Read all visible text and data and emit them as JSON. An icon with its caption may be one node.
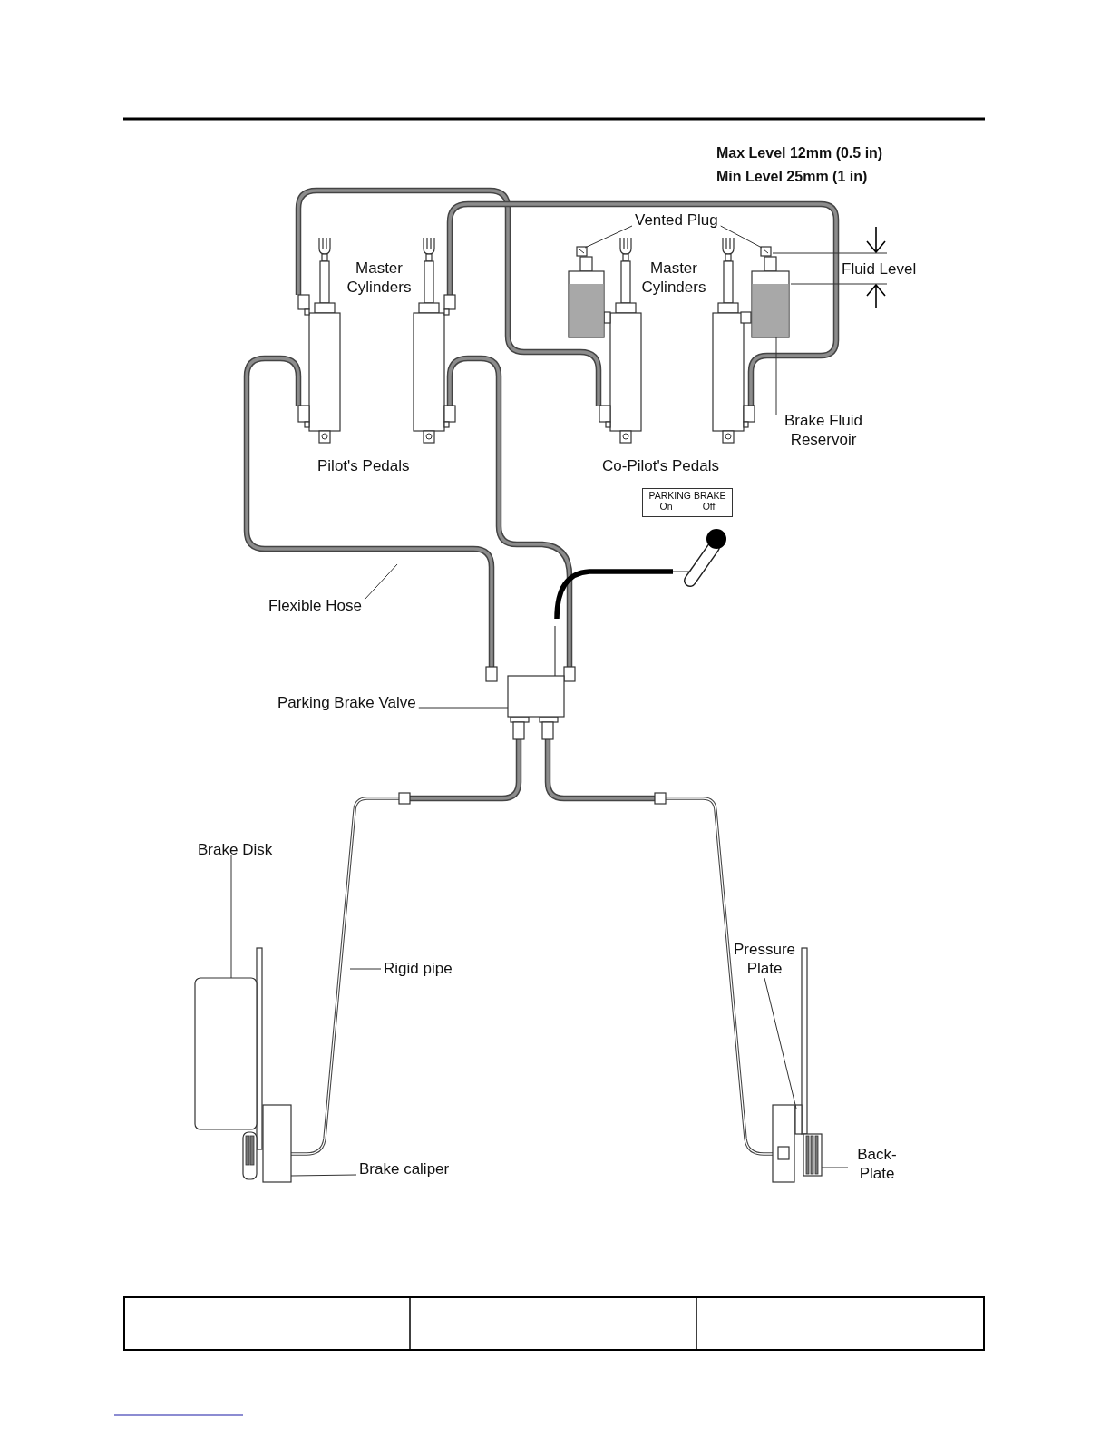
{
  "diagram": {
    "nodes": [
      {
        "text": [
          "Vented Plug"
        ]
      },
      {
        "text": [],
        "shape": "box"
      },
      {
        "text": [],
        "shape": "box"
      },
      {
        "text": [
          "Brake Fluid Reservoir"
        ]
      },
      {
        "text": [],
        "shape": "box"
      },
      {
        "text": [
          "Flexible Hose"
        ]
      },
      {
        "text": [
          "Parking Brake Valve"
        ]
      },
      {
        "text": [],
        "shape": "box"
      },
      {
        "text": [
          "Brake Disk"
        ]
      },
      {
        "text": [],
        "shape": "box"
      },
      {
        "text": [
          "Rigid pipe"
        ]
      },
      {
        "text": [
          "Brake caliper"
        ]
      },
      {
        "text": [],
        "shape": "box"
      },
      {
        "text": [
          "Pressure Plate"
        ]
      },
      {
        "text": [],
        "shape": "bar"
      },
      {
        "text": [
          "Back-Plate"
        ]
      },
      {
        "text": [],
        "shape": "bar"
      },
      {
        "text": [
          "PARKING BRAKE",
          "On",
          "Off"
        ]
      },
      {
        "text": [],
        "shape": "box"
      }
    ],
    "edges": [
      {
        "from": 0,
        "to": 1,
        "arrow": "none"
      },
      {
        "from": 0,
        "to": 2,
        "arrow": "none"
      },
      {
        "from": 3,
        "to": 4,
        "arrow": "none"
      },
      {
        "from": 5,
        "to": null,
        "arrow": "none"
      },
      {
        "from": 6,
        "to": 7,
        "arrow": "none"
      },
      {
        "from": 8,
        "to": 9,
        "arrow": "none"
      },
      {
        "from": 10,
        "to": null,
        "arrow": "none"
      },
      {
        "from": 11,
        "to": 12,
        "arrow": "none"
      },
      {
        "from": 13,
        "to": 14,
        "arrow": "none"
      },
      {
        "from": 15,
        "to": 16,
        "arrow": "none"
      }
    ],
    "labels": [
      "Max Level 12mm (0.5 in)",
      "Min Level 25mm (1 in)",
      "Master Cylinders",
      "Master Cylinders",
      "Fluid Level",
      "Pilot's Pedals",
      "Co-Pilot's Pedals"
    ]
  }
}
